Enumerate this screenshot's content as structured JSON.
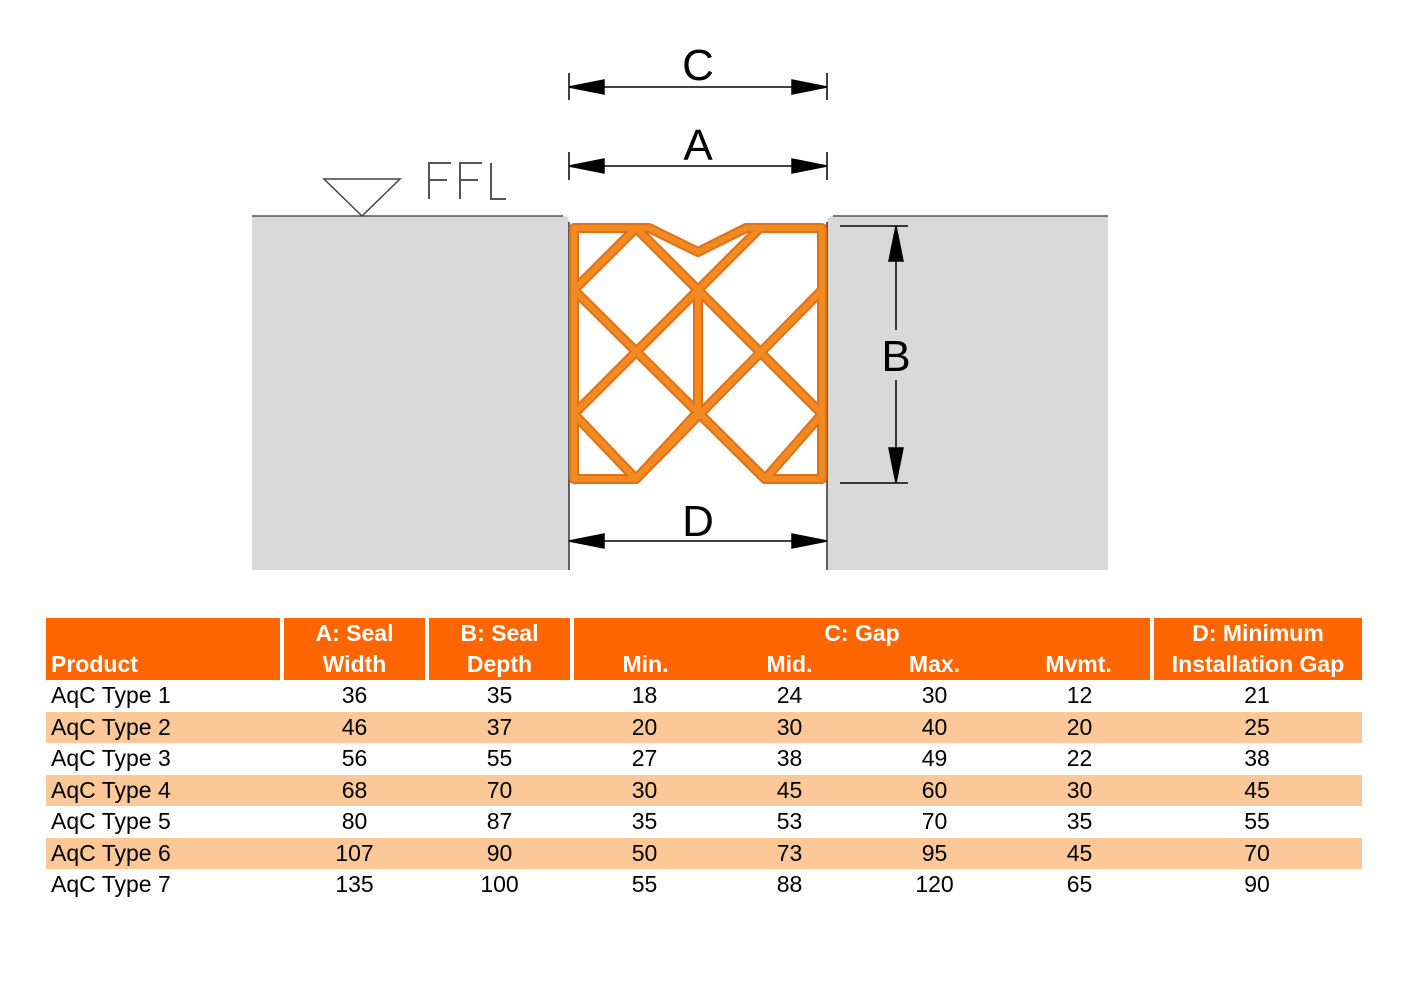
{
  "diagram": {
    "labels": {
      "c": "C",
      "a": "A",
      "b": "B",
      "d": "D",
      "ffl": "FFL"
    },
    "colors": {
      "seal": "#f28a21",
      "seal_stroke": "#e0701a",
      "substrate": "#d9d9d9",
      "line": "#000000"
    }
  },
  "table": {
    "headers": {
      "product": "Product",
      "a_line1": "A: Seal",
      "a_line2": "Width",
      "b_line1": "B: Seal",
      "b_line2": "Depth",
      "c_group": "C: Gap",
      "c_min": "Min.",
      "c_mid": "Mid.",
      "c_max": "Max.",
      "c_mvmt": "Mvmt.",
      "d_line1": "D: Minimum",
      "d_line2": "Installation Gap"
    },
    "rows": [
      {
        "product": "AqC Type 1",
        "a": "36",
        "b": "35",
        "min": "18",
        "mid": "24",
        "max": "30",
        "mvmt": "12",
        "d": "21"
      },
      {
        "product": "AqC Type 2",
        "a": "46",
        "b": "37",
        "min": "20",
        "mid": "30",
        "max": "40",
        "mvmt": "20",
        "d": "25"
      },
      {
        "product": "AqC Type 3",
        "a": "56",
        "b": "55",
        "min": "27",
        "mid": "38",
        "max": "49",
        "mvmt": "22",
        "d": "38"
      },
      {
        "product": "AqC Type 4",
        "a": "68",
        "b": "70",
        "min": "30",
        "mid": "45",
        "max": "60",
        "mvmt": "30",
        "d": "45"
      },
      {
        "product": "AqC Type 5",
        "a": "80",
        "b": "87",
        "min": "35",
        "mid": "53",
        "max": "70",
        "mvmt": "35",
        "d": "55"
      },
      {
        "product": "AqC Type 6",
        "a": "107",
        "b": "90",
        "min": "50",
        "mid": "73",
        "max": "95",
        "mvmt": "45",
        "d": "70"
      },
      {
        "product": "AqC Type 7",
        "a": "135",
        "b": "100",
        "min": "55",
        "mid": "88",
        "max": "120",
        "mvmt": "65",
        "d": "90"
      }
    ],
    "colors": {
      "header_bg": "#ff6600",
      "stripe_bg": "#fdc898"
    }
  }
}
